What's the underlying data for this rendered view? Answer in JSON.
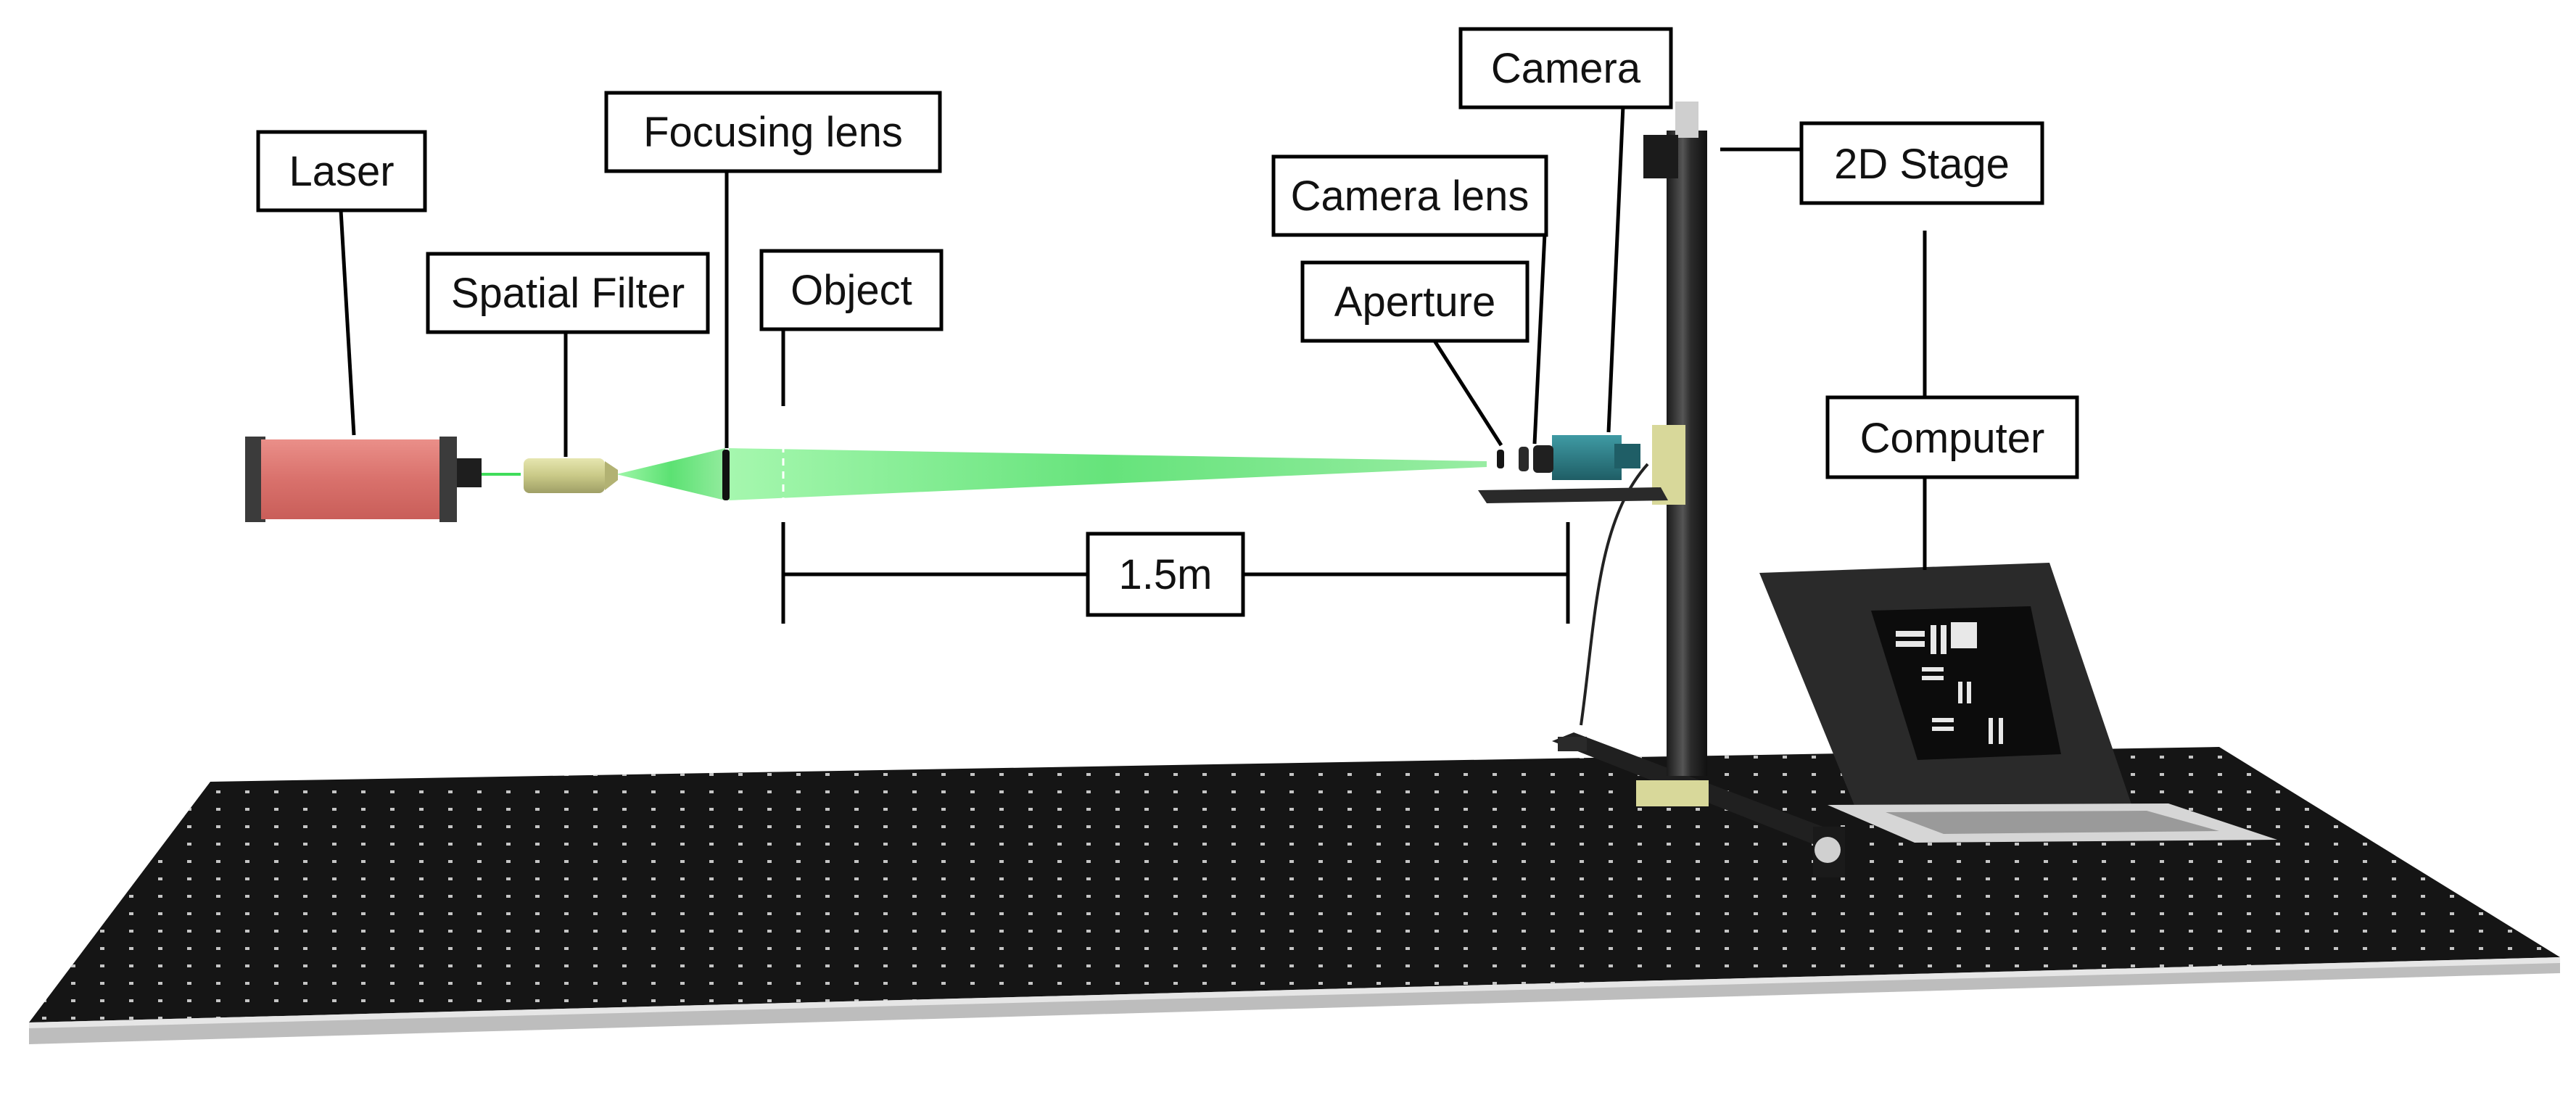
{
  "labels": {
    "laser": "Laser",
    "spatial_filter": "Spatial Filter",
    "focusing_lens": "Focusing lens",
    "object": "Object",
    "camera": "Camera",
    "camera_lens": "Camera lens",
    "aperture": "Aperture",
    "stage_2d": "2D Stage",
    "computer": "Computer",
    "distance": "1.5m"
  },
  "colors": {
    "laser_body": "#e07a74",
    "laser_cap": "#3a3a3a",
    "beam": "#3fdc5a",
    "spatial_filter": "#cfcf8c",
    "camera_body": "#2e7d86",
    "stage_mount": "#d8d89a",
    "table_top": "#141414",
    "table_holes": "#cfcfcf",
    "table_edge": "#b8b8b8",
    "laptop": "#2a2a2a"
  },
  "icons": {
    "laser": "laser-source-icon",
    "spatial_filter": "spatial-filter-icon",
    "focusing_lens": "lens-icon",
    "camera": "camera-icon",
    "stage": "linear-stage-icon",
    "computer": "laptop-icon",
    "table": "optical-table-icon"
  }
}
